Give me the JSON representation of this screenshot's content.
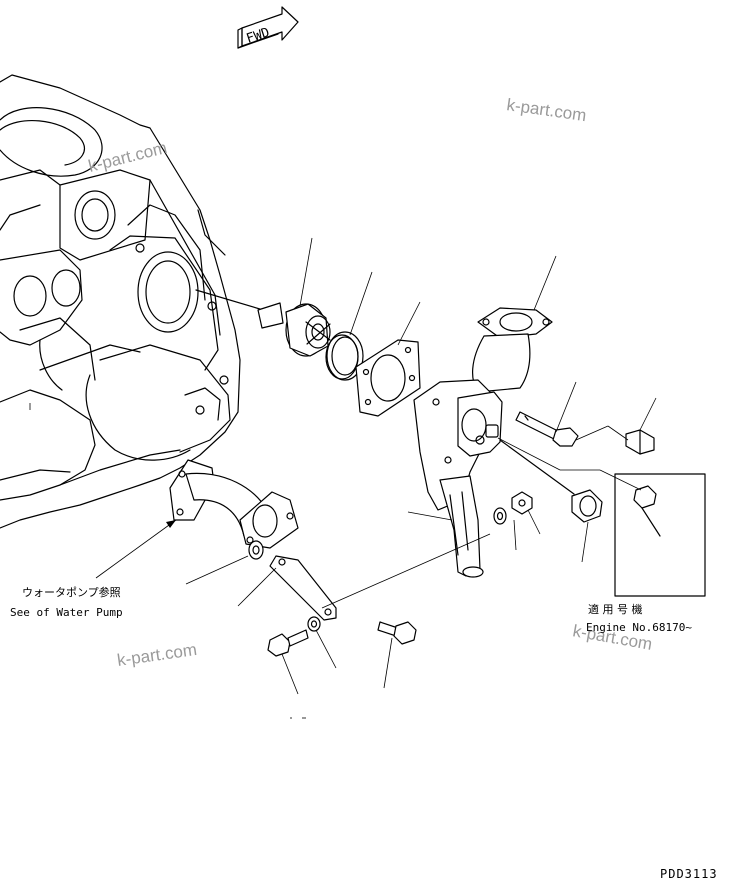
{
  "fwd_label": "FWD",
  "water_pump_ref": {
    "jp": "ウォータポンプ参照",
    "en": "See of Water Pump"
  },
  "applicability": {
    "jp": "適 用 号 機",
    "en": "Engine No.68170~"
  },
  "drawing_code": "PDD3113",
  "watermarks": [
    "k-part.com",
    "k-part.com",
    "k-part.com",
    "k-part.com"
  ]
}
